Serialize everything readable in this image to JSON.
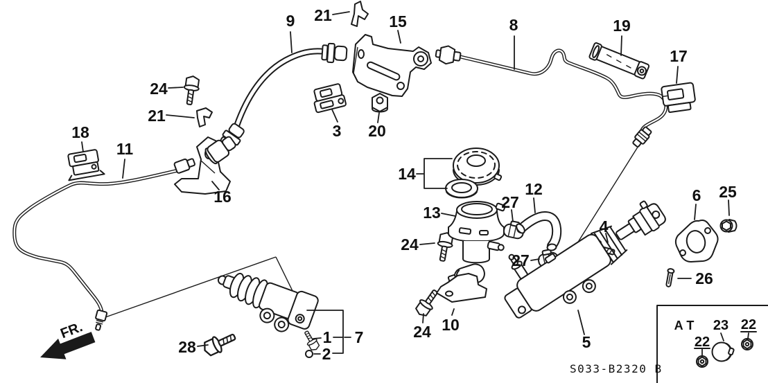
{
  "colors": {
    "ink": "#1a1a1a",
    "background": "#ffffff"
  },
  "labels": {
    "p9": "9",
    "p21a": "21",
    "p15": "15",
    "p8": "8",
    "p19": "19",
    "p17": "17",
    "p24a": "24",
    "p21b": "21",
    "p18": "18",
    "p11": "11",
    "p16": "16",
    "p3": "3",
    "p20": "20",
    "p14": "14",
    "p13": "13",
    "p27a": "27",
    "p12": "12",
    "p24b": "24",
    "p27b": "27",
    "p4": "4",
    "p6": "6",
    "p25": "25",
    "p26": "26",
    "p10": "10",
    "p24c": "24",
    "p5": "5",
    "p28": "28",
    "p1": "1",
    "p2": "2",
    "p7": "7",
    "p22a": "22",
    "p23": "23",
    "p22b": "22"
  },
  "inset": {
    "label": "AT"
  },
  "direction": {
    "label": "FR."
  },
  "footer": {
    "code": "S033-B2320 B"
  }
}
